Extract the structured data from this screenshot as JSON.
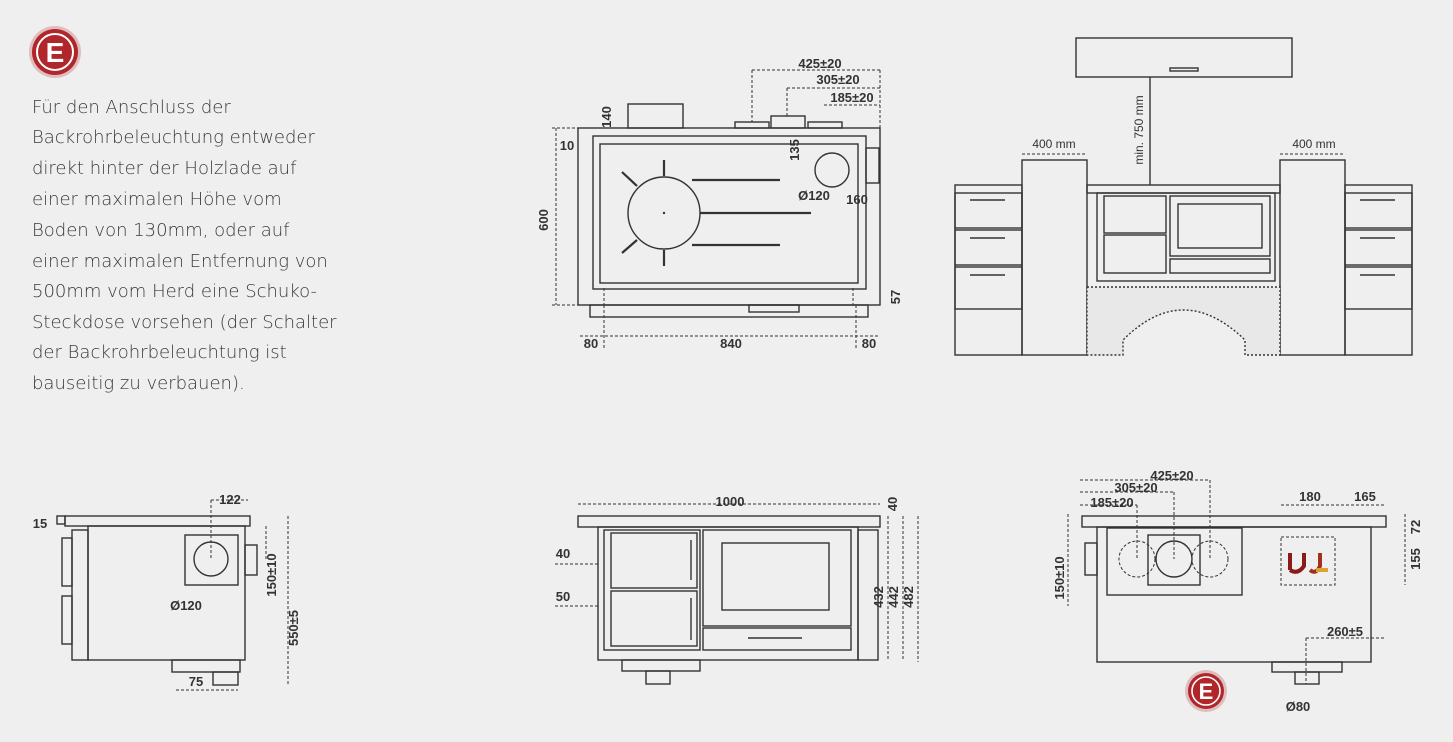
{
  "badge": {
    "letter": "E",
    "color": "#b0262b"
  },
  "description_lines": [
    "Für den Anschluss der",
    "Backrohrbeleuchtung entweder",
    "direkt hinter der Holzlade auf",
    "einer maximalen Höhe vom",
    "Boden von 130mm, oder auf",
    "einer maximalen Entfernung von",
    "500mm vom Herd eine Schuko-",
    "Steckdose vorsehen (der Schalter",
    "der Backrohrbeleuchtung ist",
    "bauseitig zu verbauen)."
  ],
  "top_view": {
    "d425": "425±20",
    "d305": "305±20",
    "d185": "185±20",
    "d140": "140",
    "d10": "10",
    "d600": "600",
    "d135": "135",
    "d120": "Ø120",
    "d160": "160",
    "d57": "57",
    "d80l": "80",
    "d840": "840",
    "d80r": "80"
  },
  "installation_view": {
    "min750": "min. 750 mm",
    "left400": "400 mm",
    "right400": "400 mm"
  },
  "side_view": {
    "d15": "15",
    "d122": "122",
    "d120": "Ø120",
    "d150": "150±10",
    "d550": "550±5",
    "d75": "75"
  },
  "front_view": {
    "d1000": "1000",
    "d40top": "40",
    "d40": "40",
    "d50": "50",
    "d432": "432",
    "d442": "442",
    "d482": "482"
  },
  "rear_view": {
    "d425": "425±20",
    "d305": "305±20",
    "d185": "185±20",
    "d180": "180",
    "d165": "165",
    "d150": "150±10",
    "d72": "72",
    "d155": "155",
    "d260": "260±5",
    "d80": "Ø80",
    "badge_letter": "E"
  }
}
